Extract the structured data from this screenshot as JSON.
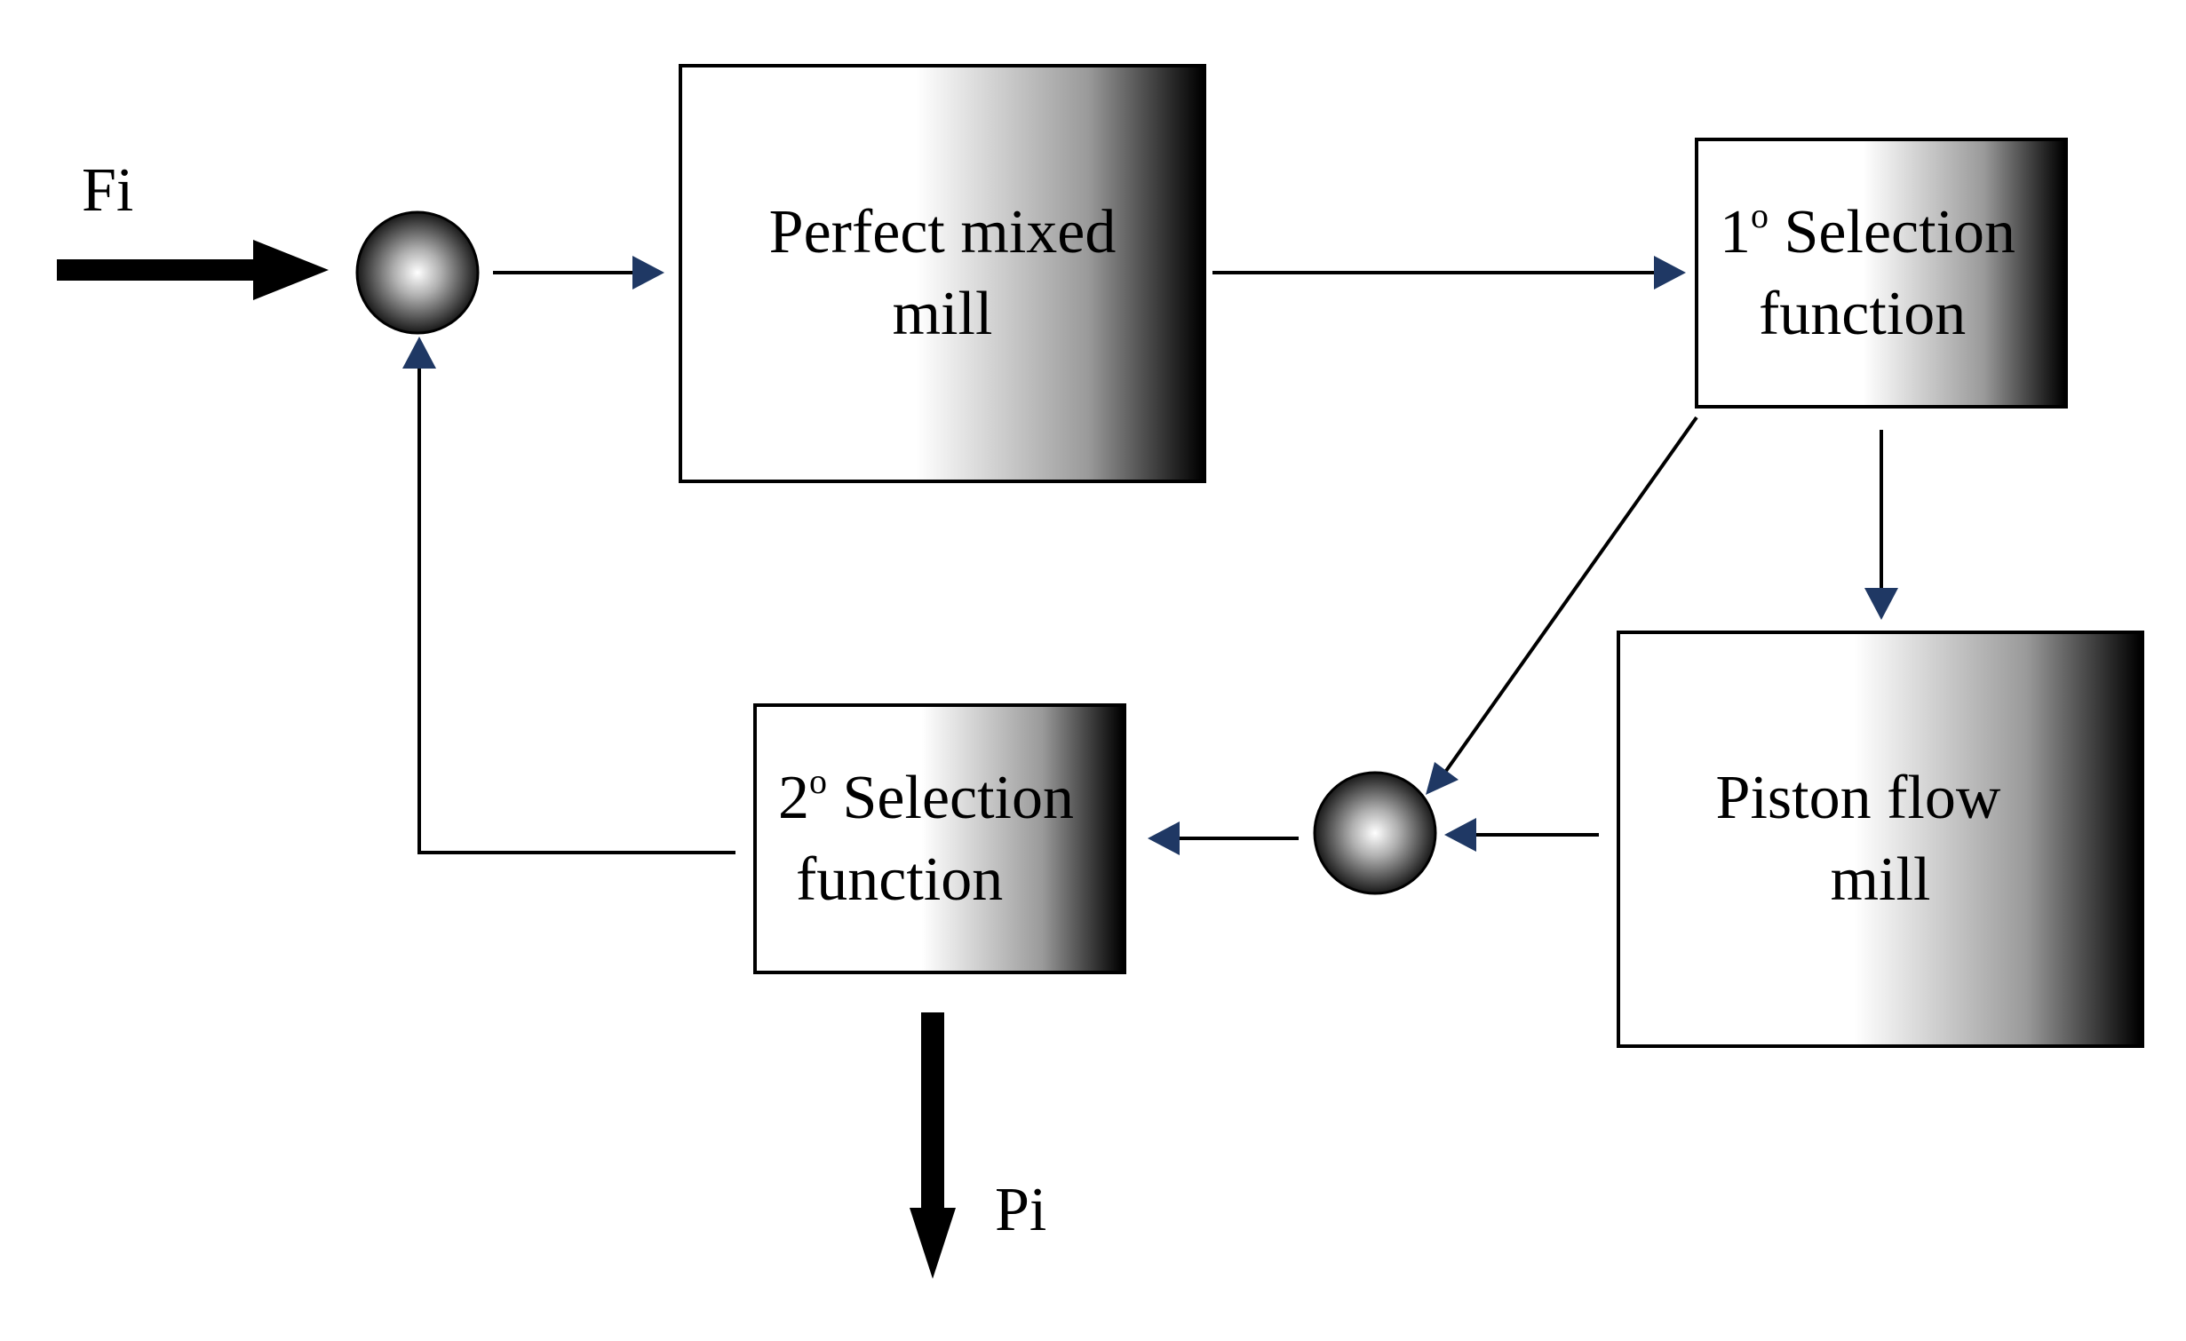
{
  "colors": {
    "line": "#000000",
    "arrowhead": "#1f3864",
    "block_gradient_dark": "#000000",
    "block_gradient_light": "#ffffff"
  },
  "labels": {
    "input": "Fi",
    "output": "Pi"
  },
  "blocks": {
    "perfect_mixed_mill": {
      "line1": "Perfect mixed",
      "line2": "mill"
    },
    "selection_1": {
      "number": "1",
      "degree": "o",
      "line1_rest": " Selection",
      "line2": "function"
    },
    "piston_flow_mill": {
      "line1": "Piston flow",
      "line2": "mill"
    },
    "selection_2": {
      "number": "2",
      "degree": "o",
      "line1_rest": " Selection",
      "line2": "function"
    }
  },
  "nodes": {
    "mixer_top": "sphere-junction",
    "mixer_bottom": "sphere-junction"
  }
}
